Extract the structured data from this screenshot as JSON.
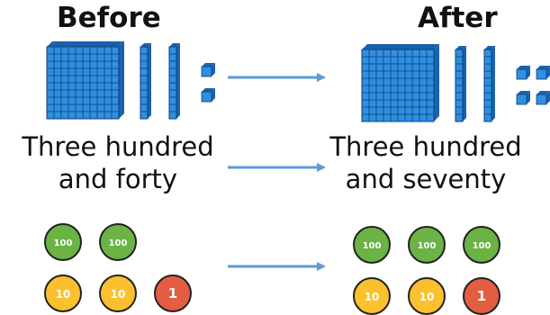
{
  "before": {
    "heading": "Before",
    "words_line1": "Three hundred",
    "words_line2": "and forty",
    "blocks": {
      "flats": 1,
      "rods": 2,
      "units": 2
    },
    "counters": [
      "100",
      "100",
      "10",
      "10",
      "1"
    ]
  },
  "after": {
    "heading": "After",
    "words_line1": "Three hundred",
    "words_line2": "and seventy",
    "blocks": {
      "flats": 1,
      "rods": 2,
      "units": 4
    },
    "counters": [
      "100",
      "100",
      "100",
      "10",
      "10",
      "1"
    ]
  },
  "colors": {
    "block_face": "#2f8fe0",
    "block_side": "#1a62ad",
    "grid_line": "#0e3f77",
    "arrow": "#5b9bd5",
    "counter_100": "#6ab344",
    "counter_10": "#fbc02d",
    "counter_1": "#e35d43",
    "counter_text": "#ffffff",
    "counter_outline": "#222222"
  },
  "icons": [
    "arrow-right-icon"
  ]
}
